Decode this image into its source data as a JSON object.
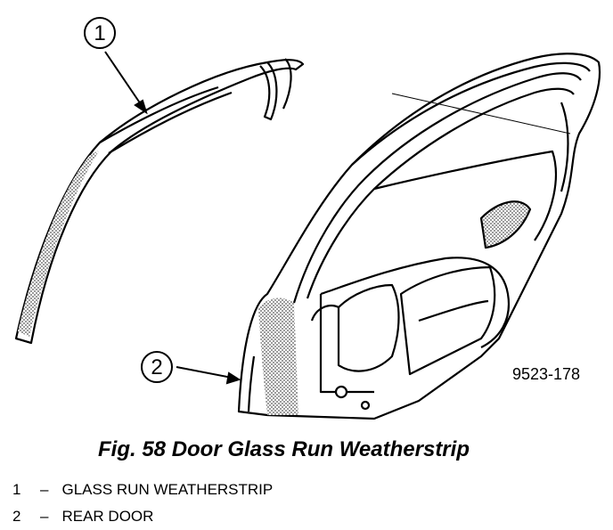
{
  "figure": {
    "caption": "Fig. 58 Door Glass Run Weatherstrip",
    "part_number": "9523-178",
    "callouts": [
      {
        "number": "1",
        "label": "GLASS RUN WEATHERSTRIP"
      },
      {
        "number": "2",
        "label": "REAR DOOR"
      }
    ],
    "legend_separator": "–"
  },
  "colors": {
    "ink": "#000000",
    "paper": "#ffffff",
    "stipple": "#9a9a9a"
  }
}
